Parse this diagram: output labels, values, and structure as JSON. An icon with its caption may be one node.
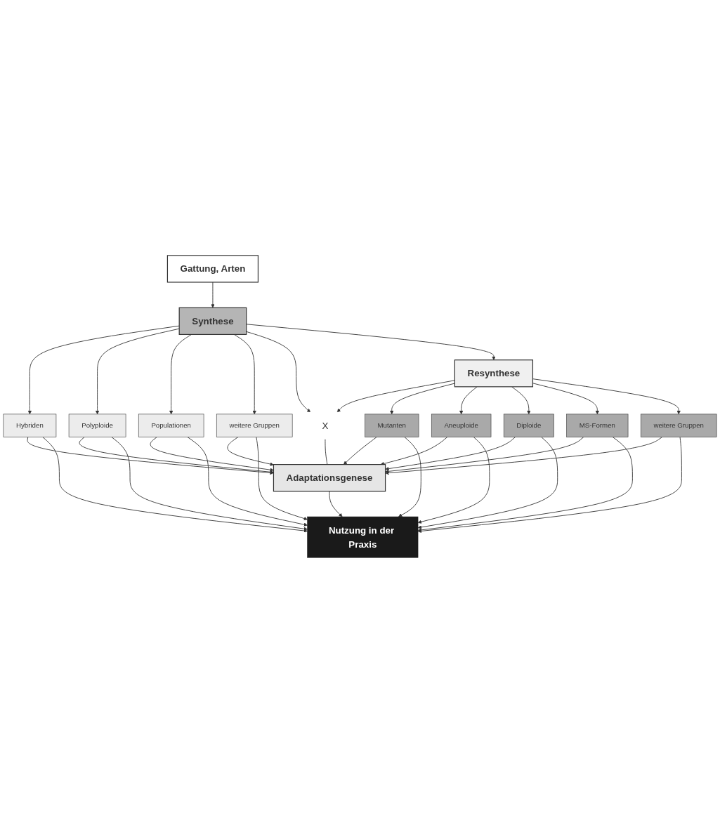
{
  "diagram": {
    "nodes": [
      {
        "text": [
          "Gattung, Arten"
        ]
      },
      {
        "text": [
          "Synthese"
        ]
      },
      {
        "text": [
          "Resynthese"
        ]
      },
      {
        "text": [
          "Hybriden"
        ]
      },
      {
        "text": [
          "Polyploide"
        ]
      },
      {
        "text": [
          "Populationen"
        ]
      },
      {
        "text": [
          "weitere Gruppen"
        ]
      },
      {
        "text": [
          "X"
        ]
      },
      {
        "text": [
          "Mutanten"
        ]
      },
      {
        "text": [
          "Aneuploide"
        ]
      },
      {
        "text": [
          "Diploide"
        ]
      },
      {
        "text": [
          "MS-Formen"
        ]
      },
      {
        "text": [
          "weitere Gruppen"
        ]
      },
      {
        "text": [
          "Adaptationsgenese"
        ]
      },
      {
        "text": [
          "Nutzung in der Praxis"
        ]
      }
    ],
    "edges": [
      {
        "from": 0,
        "to": 1,
        "arrow": "to"
      },
      {
        "from": 1,
        "to": 3,
        "arrow": "to"
      },
      {
        "from": 1,
        "to": 4,
        "arrow": "to"
      },
      {
        "from": 1,
        "to": 5,
        "arrow": "to"
      },
      {
        "from": 1,
        "to": 6,
        "arrow": "to"
      },
      {
        "from": 1,
        "to": 7,
        "arrow": "to"
      },
      {
        "from": 1,
        "to": 2,
        "arrow": "to"
      },
      {
        "from": 2,
        "to": 7,
        "arrow": "to"
      },
      {
        "from": 2,
        "to": 8,
        "arrow": "to"
      },
      {
        "from": 2,
        "to": 9,
        "arrow": "to"
      },
      {
        "from": 2,
        "to": 10,
        "arrow": "to"
      },
      {
        "from": 2,
        "to": 11,
        "arrow": "to"
      },
      {
        "from": 2,
        "to": 12,
        "arrow": "to"
      },
      {
        "from": 3,
        "to": 13,
        "arrow": "to"
      },
      {
        "from": 4,
        "to": 13,
        "arrow": "to"
      },
      {
        "from": 5,
        "to": 13,
        "arrow": "to"
      },
      {
        "from": 6,
        "to": 13,
        "arrow": "to"
      },
      {
        "from": 3,
        "to": 14,
        "arrow": "to"
      },
      {
        "from": 4,
        "to": 14,
        "arrow": "to"
      },
      {
        "from": 5,
        "to": 14,
        "arrow": "to"
      },
      {
        "from": 6,
        "to": 14,
        "arrow": "to"
      },
      {
        "from": 8,
        "to": 13,
        "arrow": "to"
      },
      {
        "from": 9,
        "to": 13,
        "arrow": "to"
      },
      {
        "from": 10,
        "to": 13,
        "arrow": "to"
      },
      {
        "from": 11,
        "to": 13,
        "arrow": "to"
      },
      {
        "from": 12,
        "to": 13,
        "arrow": "to"
      },
      {
        "from": 8,
        "to": 14,
        "arrow": "to"
      },
      {
        "from": 9,
        "to": 14,
        "arrow": "to"
      },
      {
        "from": 10,
        "to": 14,
        "arrow": "to"
      },
      {
        "from": 11,
        "to": 14,
        "arrow": "to"
      },
      {
        "from": 12,
        "to": 14,
        "arrow": "to"
      },
      {
        "from": 7,
        "to": 13,
        "arrow": "none"
      },
      {
        "from": 13,
        "to": 14,
        "arrow": "to"
      }
    ]
  }
}
